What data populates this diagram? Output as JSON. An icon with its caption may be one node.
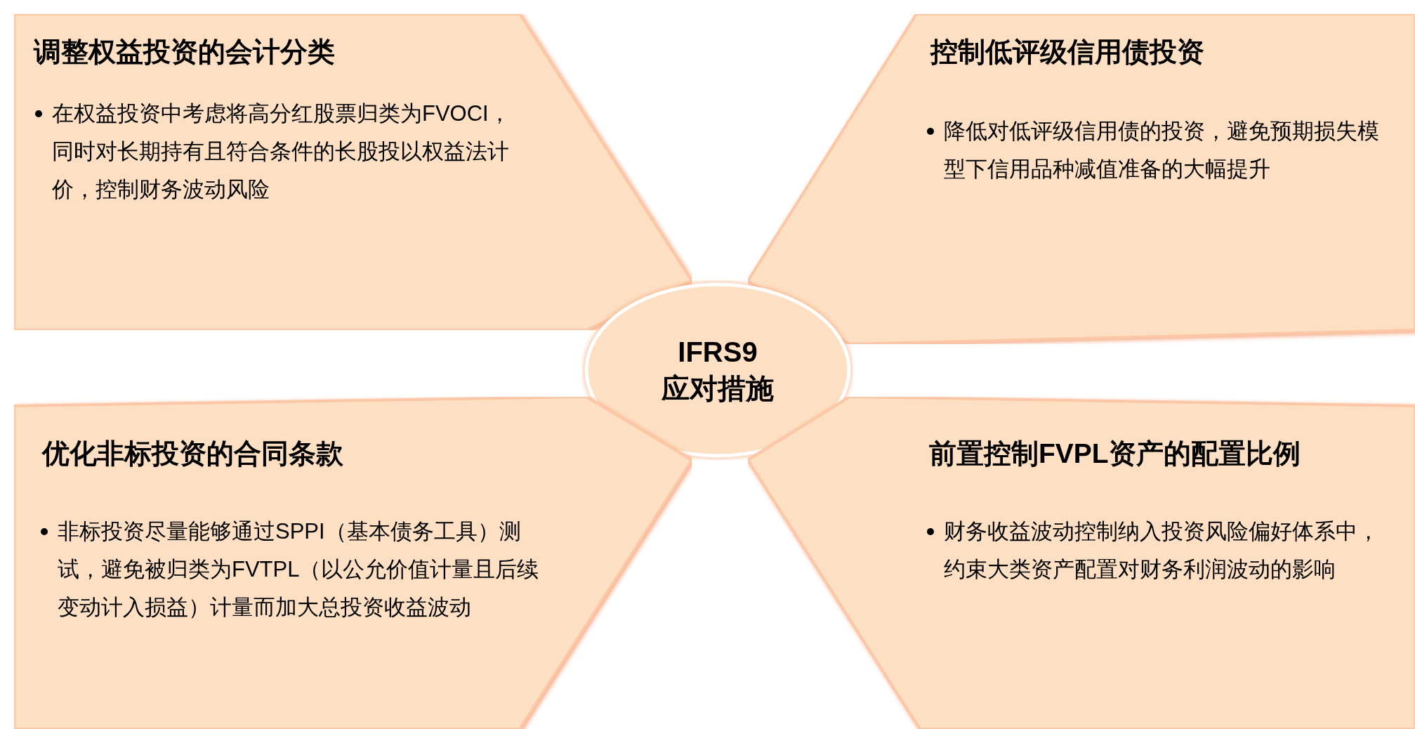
{
  "diagram": {
    "nodes": [
      {
        "text": [
          "调整权益投资的会计分类",
          "在权益投资中考虑将高分红股票归类为FVOCI，同时对长期持有且符合条件的长股投以权益法计价，控制财务波动风险"
        ]
      },
      {
        "text": [
          "控制低评级信用债投资",
          "降低对低评级信用债的投资，避免预期损失模型下信用品种减值准备的大幅提升"
        ]
      },
      {
        "text": [
          "IFRS9",
          "应对措施"
        ]
      },
      {
        "text": [
          "优化非标投资的合同条款",
          "非标投资尽量能够通过SPPI（基本债务工具）测试，避免被归类为FVTPL（以公允价值计量且后续变动计入损益）计量而加大总投资收益波动"
        ]
      },
      {
        "text": [
          "前置控制FVPL资产的配置比例",
          "财务收益波动控制纳入投资风险偏好体系中，约束大类资产配置对财务利润波动的影响"
        ]
      }
    ]
  }
}
